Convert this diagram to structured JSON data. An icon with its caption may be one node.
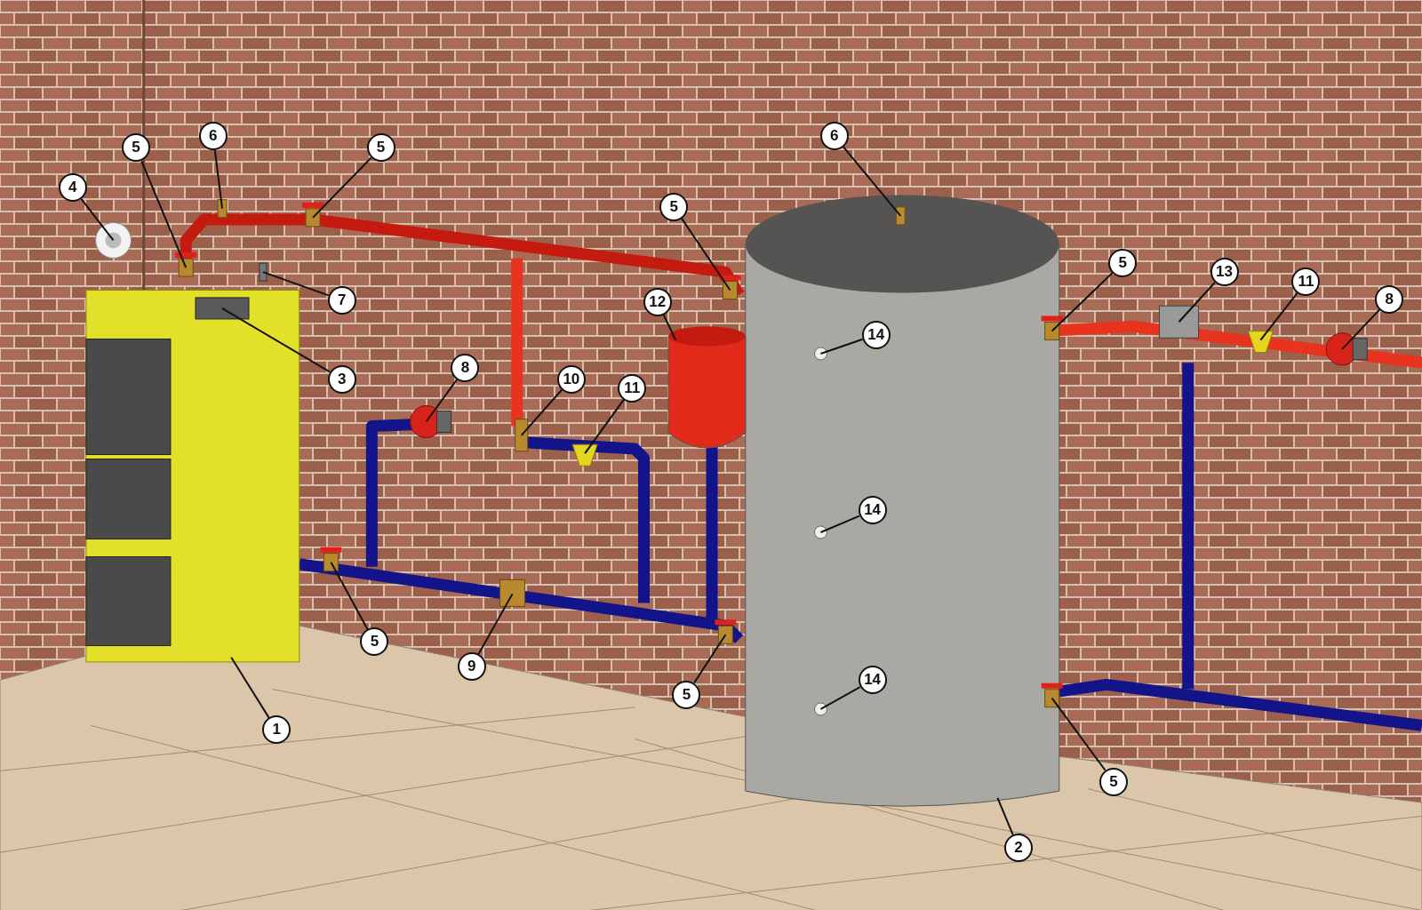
{
  "diagram": {
    "nodes": [
      {
        "text": [
          "6"
        ]
      },
      {
        "text": [
          "6"
        ]
      },
      {
        "text": [
          "5"
        ]
      },
      {
        "text": [
          "5"
        ]
      },
      {
        "text": [
          "4"
        ]
      },
      {
        "text": [
          "5"
        ]
      },
      {
        "text": [
          "5"
        ]
      },
      {
        "text": [
          "13"
        ]
      },
      {
        "text": [
          "11"
        ]
      },
      {
        "text": [
          "8"
        ]
      },
      {
        "text": [
          "7"
        ]
      },
      {
        "text": [
          "12"
        ]
      },
      {
        "text": [
          "14"
        ]
      },
      {
        "text": [
          "8"
        ]
      },
      {
        "text": [
          "3"
        ]
      },
      {
        "text": [
          "10"
        ]
      },
      {
        "text": [
          "11"
        ]
      },
      {
        "text": [
          "14"
        ]
      },
      {
        "text": [
          "5"
        ]
      },
      {
        "text": [
          "9"
        ]
      },
      {
        "text": [
          "14"
        ]
      },
      {
        "text": [
          "5"
        ]
      },
      {
        "text": [
          "1"
        ]
      },
      {
        "text": [
          "5"
        ]
      },
      {
        "text": [
          "2"
        ]
      }
    ],
    "edges": [
      {
        "from": 0,
        "to": null,
        "arrow": "none"
      },
      {
        "from": 1,
        "to": null,
        "arrow": "none"
      },
      {
        "from": 2,
        "to": null,
        "arrow": "none"
      },
      {
        "from": 3,
        "to": null,
        "arrow": "none"
      },
      {
        "from": 4,
        "to": null,
        "arrow": "none"
      },
      {
        "from": 5,
        "to": null,
        "arrow": "none"
      },
      {
        "from": 6,
        "to": null,
        "arrow": "none"
      },
      {
        "from": 7,
        "to": null,
        "arrow": "none"
      },
      {
        "from": 8,
        "to": null,
        "arrow": "none"
      },
      {
        "from": 9,
        "to": null,
        "arrow": "none"
      },
      {
        "from": 10,
        "to": null,
        "arrow": "none"
      },
      {
        "from": 11,
        "to": null,
        "arrow": "none"
      },
      {
        "from": 12,
        "to": null,
        "arrow": "none"
      },
      {
        "from": 13,
        "to": null,
        "arrow": "none"
      },
      {
        "from": 14,
        "to": null,
        "arrow": "none"
      },
      {
        "from": 15,
        "to": null,
        "arrow": "none"
      },
      {
        "from": 16,
        "to": null,
        "arrow": "none"
      },
      {
        "from": 17,
        "to": null,
        "arrow": "none"
      },
      {
        "from": 18,
        "to": null,
        "arrow": "none"
      },
      {
        "from": 19,
        "to": null,
        "arrow": "none"
      },
      {
        "from": 20,
        "to": null,
        "arrow": "none"
      },
      {
        "from": 21,
        "to": null,
        "arrow": "none"
      },
      {
        "from": 22,
        "to": null,
        "arrow": "none"
      },
      {
        "from": 23,
        "to": null,
        "arrow": "none"
      },
      {
        "from": 24,
        "to": null,
        "arrow": "none"
      }
    ]
  }
}
